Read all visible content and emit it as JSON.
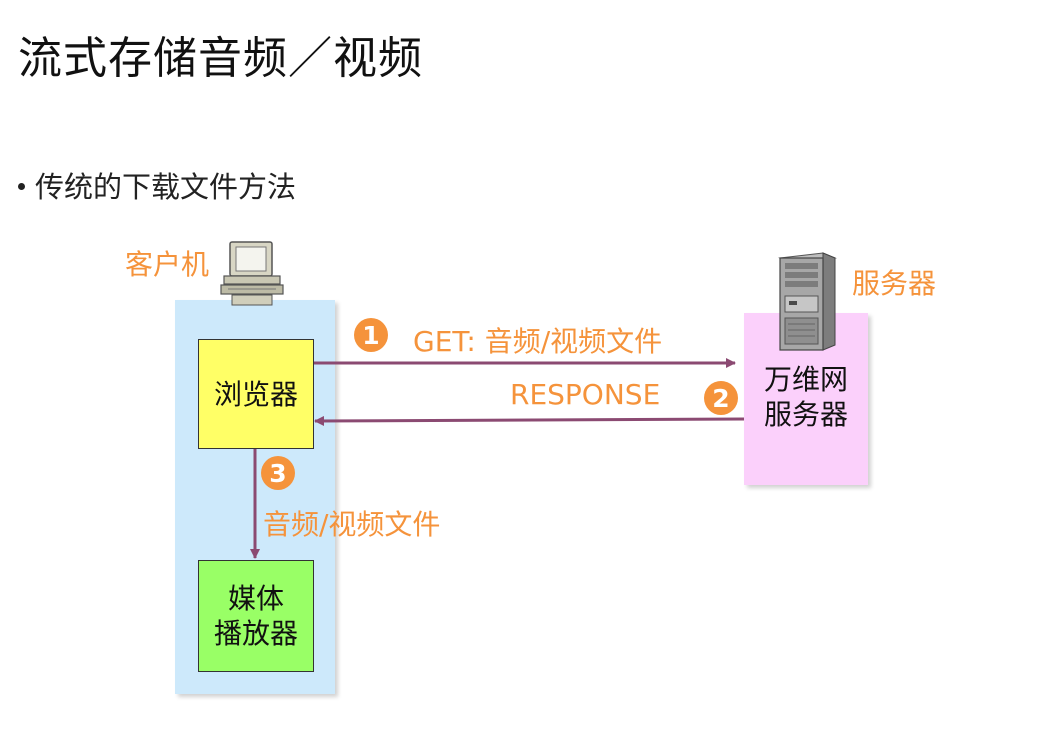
{
  "title": "流式存储音频／视频",
  "bullet": "传统的下载文件方法",
  "client": {
    "label": "客户机",
    "icon": "computer-icon"
  },
  "server": {
    "label": "服务器",
    "box_text_line1": "万维网",
    "box_text_line2": "服务器",
    "icon": "server-tower-icon"
  },
  "browser_box": "浏览器",
  "player_box_line1": "媒体",
  "player_box_line2": "播放器",
  "steps": [
    {
      "number": "1",
      "label": "GET: 音频/视频文件"
    },
    {
      "number": "2",
      "label": "RESPONSE"
    },
    {
      "number": "3",
      "label": "音频/视频文件"
    }
  ],
  "colors": {
    "accent": "#f5933b",
    "arrow": "#8b4a72",
    "client_panel": "#cde9fb",
    "server_panel": "#fbd0fb",
    "browser_box": "#ffff66",
    "player_box": "#99ff66"
  }
}
